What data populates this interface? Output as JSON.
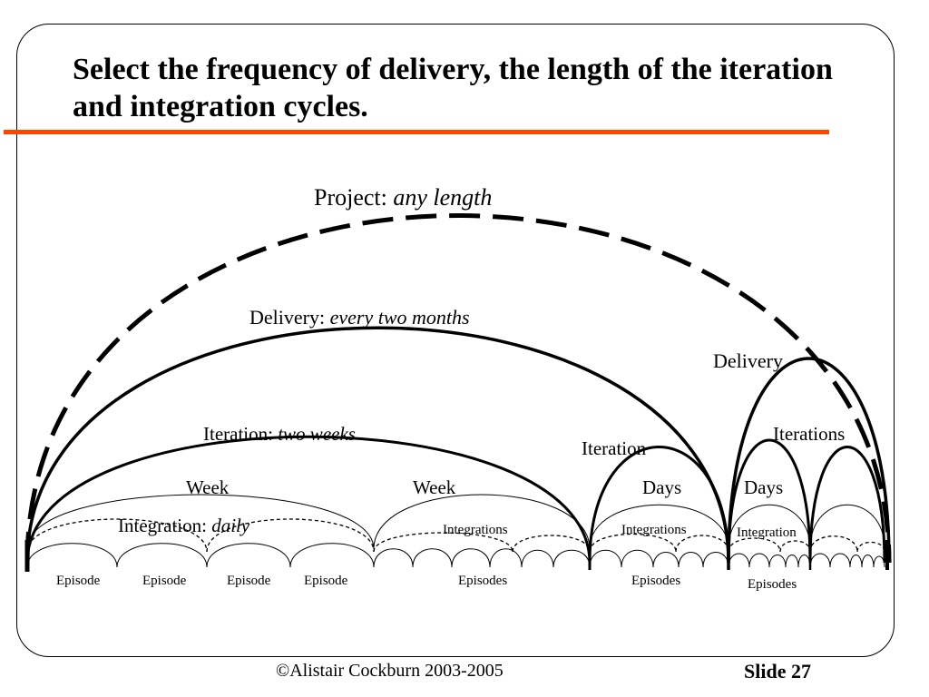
{
  "slide": {
    "title": "Select the frequency of delivery, the length of the iteration and integration cycles.",
    "accent_color": "#ff4500",
    "footer_copyright": "©Alistair Cockburn 2003-2005",
    "footer_slide": "Slide 27"
  },
  "diagram": {
    "project_label": "Project: ",
    "project_value": "any length",
    "delivery_label": "Delivery: ",
    "delivery_value": "every two months",
    "delivery_right": "Delivery",
    "iteration_label": "Iteration: ",
    "iteration_value": "two weeks",
    "iteration_mid": "Iteration",
    "iterations_right": "Iterations",
    "week_1": "Week",
    "week_2": "Week",
    "days_1": "Days",
    "days_2": "Days",
    "integration_label": "Integration: ",
    "integration_value": "daily",
    "integrations_1": "Integrations",
    "integrations_2": "Integrations",
    "integration_right": "Integration",
    "episode_1": "Episode",
    "episode_2": "Episode",
    "episode_3": "Episode",
    "episode_4": "Episode",
    "episodes_1": "Episodes",
    "episodes_2": "Episodes",
    "episodes_3": "Episodes"
  }
}
